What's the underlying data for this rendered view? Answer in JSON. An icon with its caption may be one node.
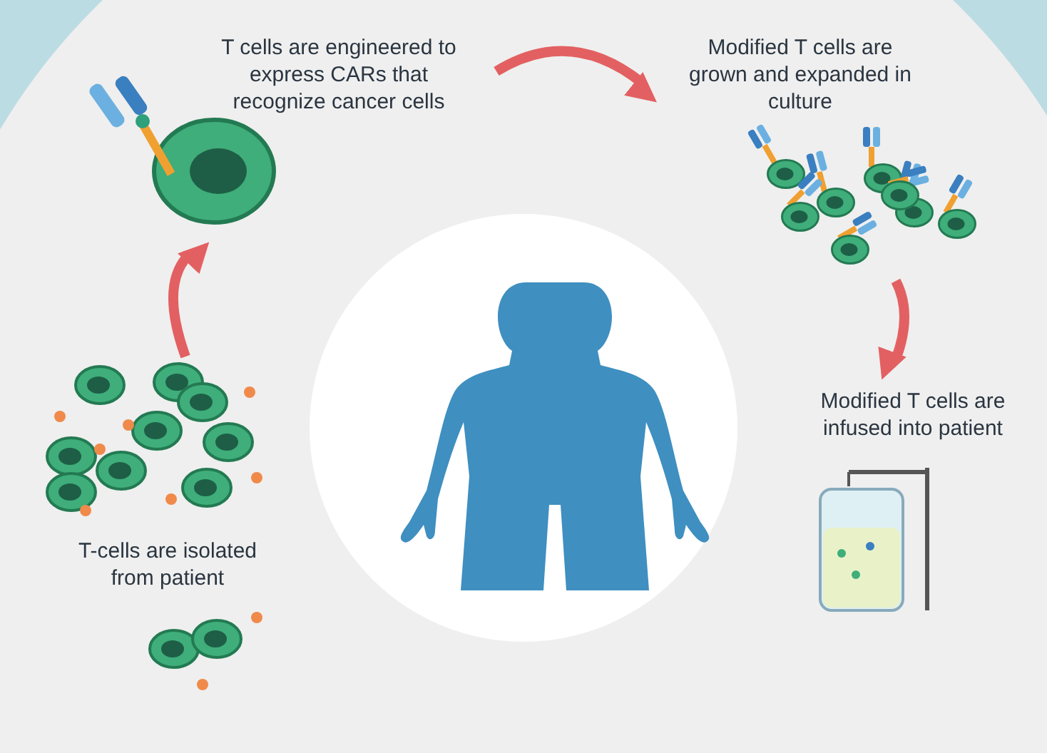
{
  "diagram": {
    "nodes": [
      {
        "text": [
          "T-cells are isolated from patient"
        ]
      },
      {
        "text": [
          "T cells are engineered to express CARs that recognize cancer cells"
        ]
      },
      {
        "text": [
          "Modified T cells are grown and expanded in culture"
        ]
      },
      {
        "text": [
          "Modified T cells are infused into patient"
        ]
      },
      {
        "text": [],
        "shape": "person"
      }
    ],
    "edges": [
      {
        "from": 0,
        "to": 1,
        "arrow": "to"
      },
      {
        "from": 1,
        "to": 2,
        "arrow": "to"
      },
      {
        "from": 2,
        "to": 3,
        "arrow": "to"
      }
    ]
  }
}
